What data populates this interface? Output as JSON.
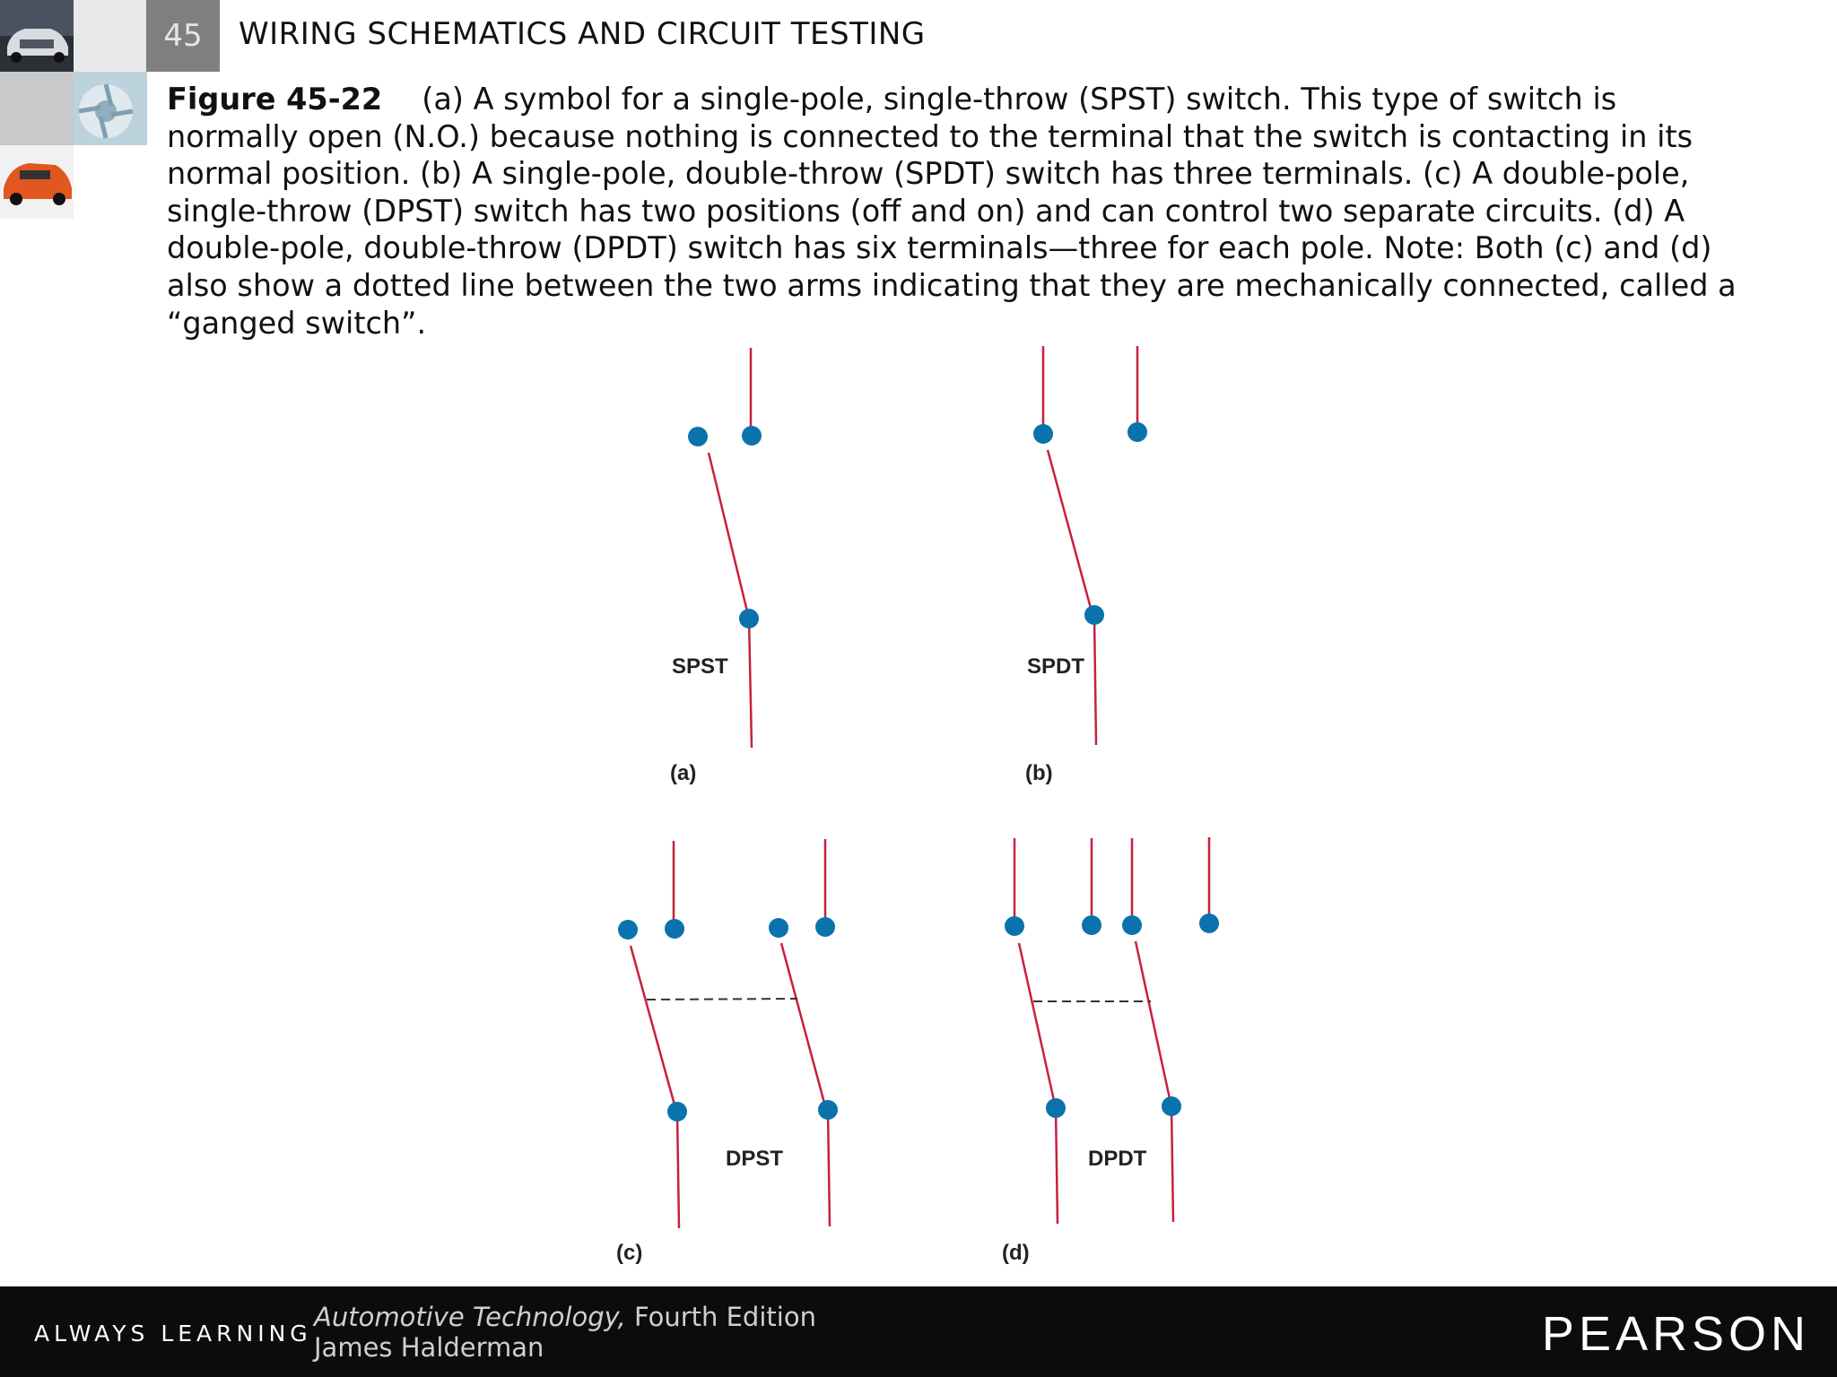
{
  "header": {
    "chapter_number": "45",
    "chapter_title": "WIRING SCHEMATICS AND CIRCUIT TESTING"
  },
  "caption": {
    "figure_number": "Figure 45-22",
    "text": "(a) A symbol for a single-pole, single-throw (SPST) switch. This type of switch is normally open (N.O.) because nothing is connected to the terminal that the switch is contacting in its normal position. (b) A single-pole, double-throw (SPDT) switch has three terminals. (c) A double-pole, single-throw (DPST) switch has two positions (off and on) and can control two separate circuits. (d) A double-pole, double-throw (DPDT) switch has six terminals—three for each pole. Note: Both (c) and (d) also show a dotted line between the two arms indicating that they are mechanically connected, called a “ganged switch”."
  },
  "diagrams": {
    "a": {
      "name": "SPST",
      "letter": "(a)"
    },
    "b": {
      "name": "SPDT",
      "letter": "(b)"
    },
    "c": {
      "name": "DPST",
      "letter": "(c)"
    },
    "d": {
      "name": "DPDT",
      "letter": "(d)"
    }
  },
  "colors": {
    "wire": "#c8203e",
    "terminal": "#0a73ad",
    "gang_line": "#333333",
    "footer_bg": "#0c0c0c"
  },
  "footer": {
    "tagline": "ALWAYS LEARNING",
    "book_title": "Automotive Technology,",
    "edition": " Fourth Edition",
    "author": "James Halderman",
    "publisher": "PEARSON"
  }
}
